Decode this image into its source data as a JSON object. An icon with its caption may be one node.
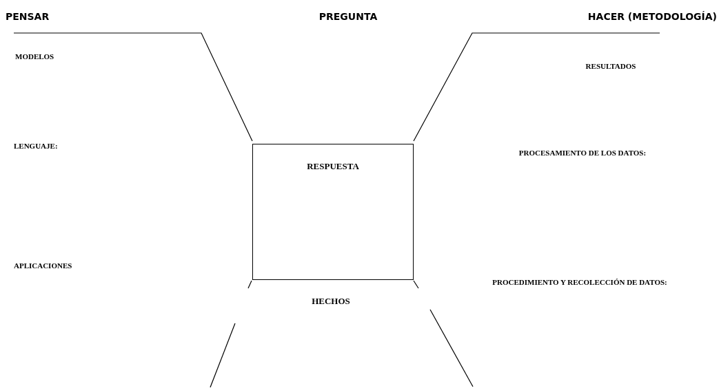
{
  "diagram": {
    "nodes": [
      {
        "text": [
          "RESPUESTA"
        ]
      }
    ],
    "labels": [
      "PENSAR",
      "PREGUNTA",
      "HACER (METODOLOGÍA)",
      "MODELOS",
      "RESULTADOS",
      "LENGUAJE:",
      "PROCESAMIENTO DE LOS DATOS:",
      "APLICACIONES",
      "PROCEDIMIENTO Y RECOLECCIÓN DE DATOS:",
      "HECHOS"
    ]
  }
}
